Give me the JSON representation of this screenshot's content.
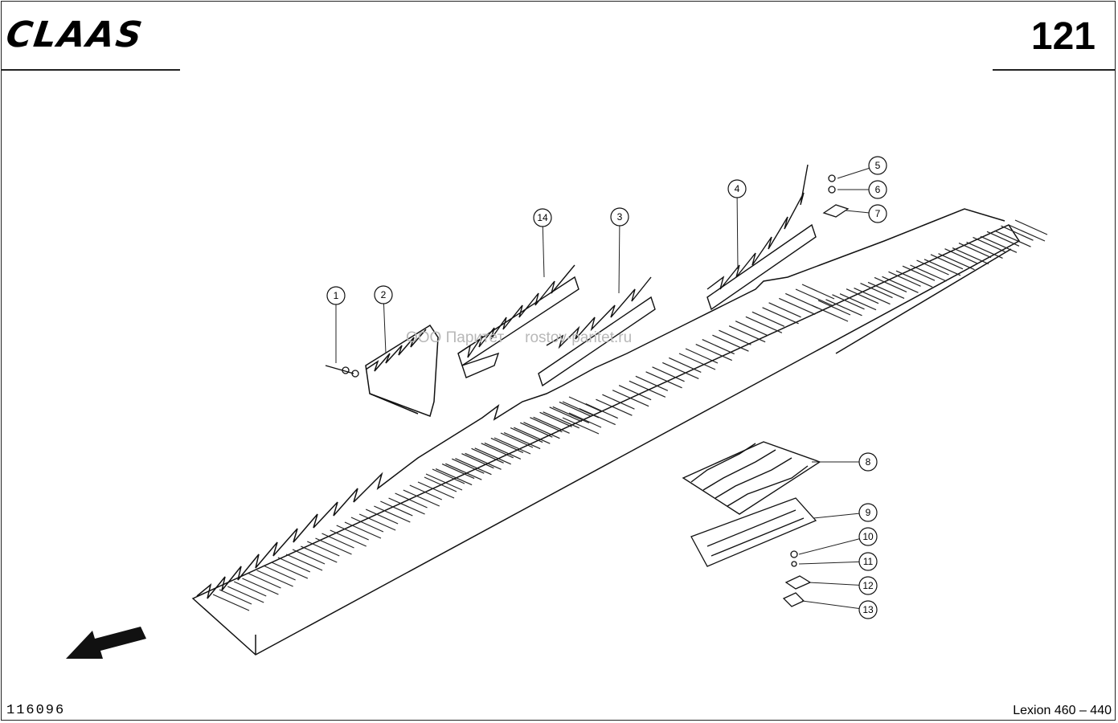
{
  "header": {
    "brand": "CLAAS",
    "page_number": "121"
  },
  "footer": {
    "reference": "116096",
    "model": "Lexion 460 – 440"
  },
  "watermark": {
    "company": "ООО Паритет",
    "site": "rostov-paritet.ru"
  },
  "callouts": [
    "1",
    "2",
    "3",
    "4",
    "5",
    "6",
    "7",
    "8",
    "9",
    "10",
    "11",
    "12",
    "13",
    "14"
  ],
  "icons": {
    "direction": "arrow-down-left-icon"
  }
}
